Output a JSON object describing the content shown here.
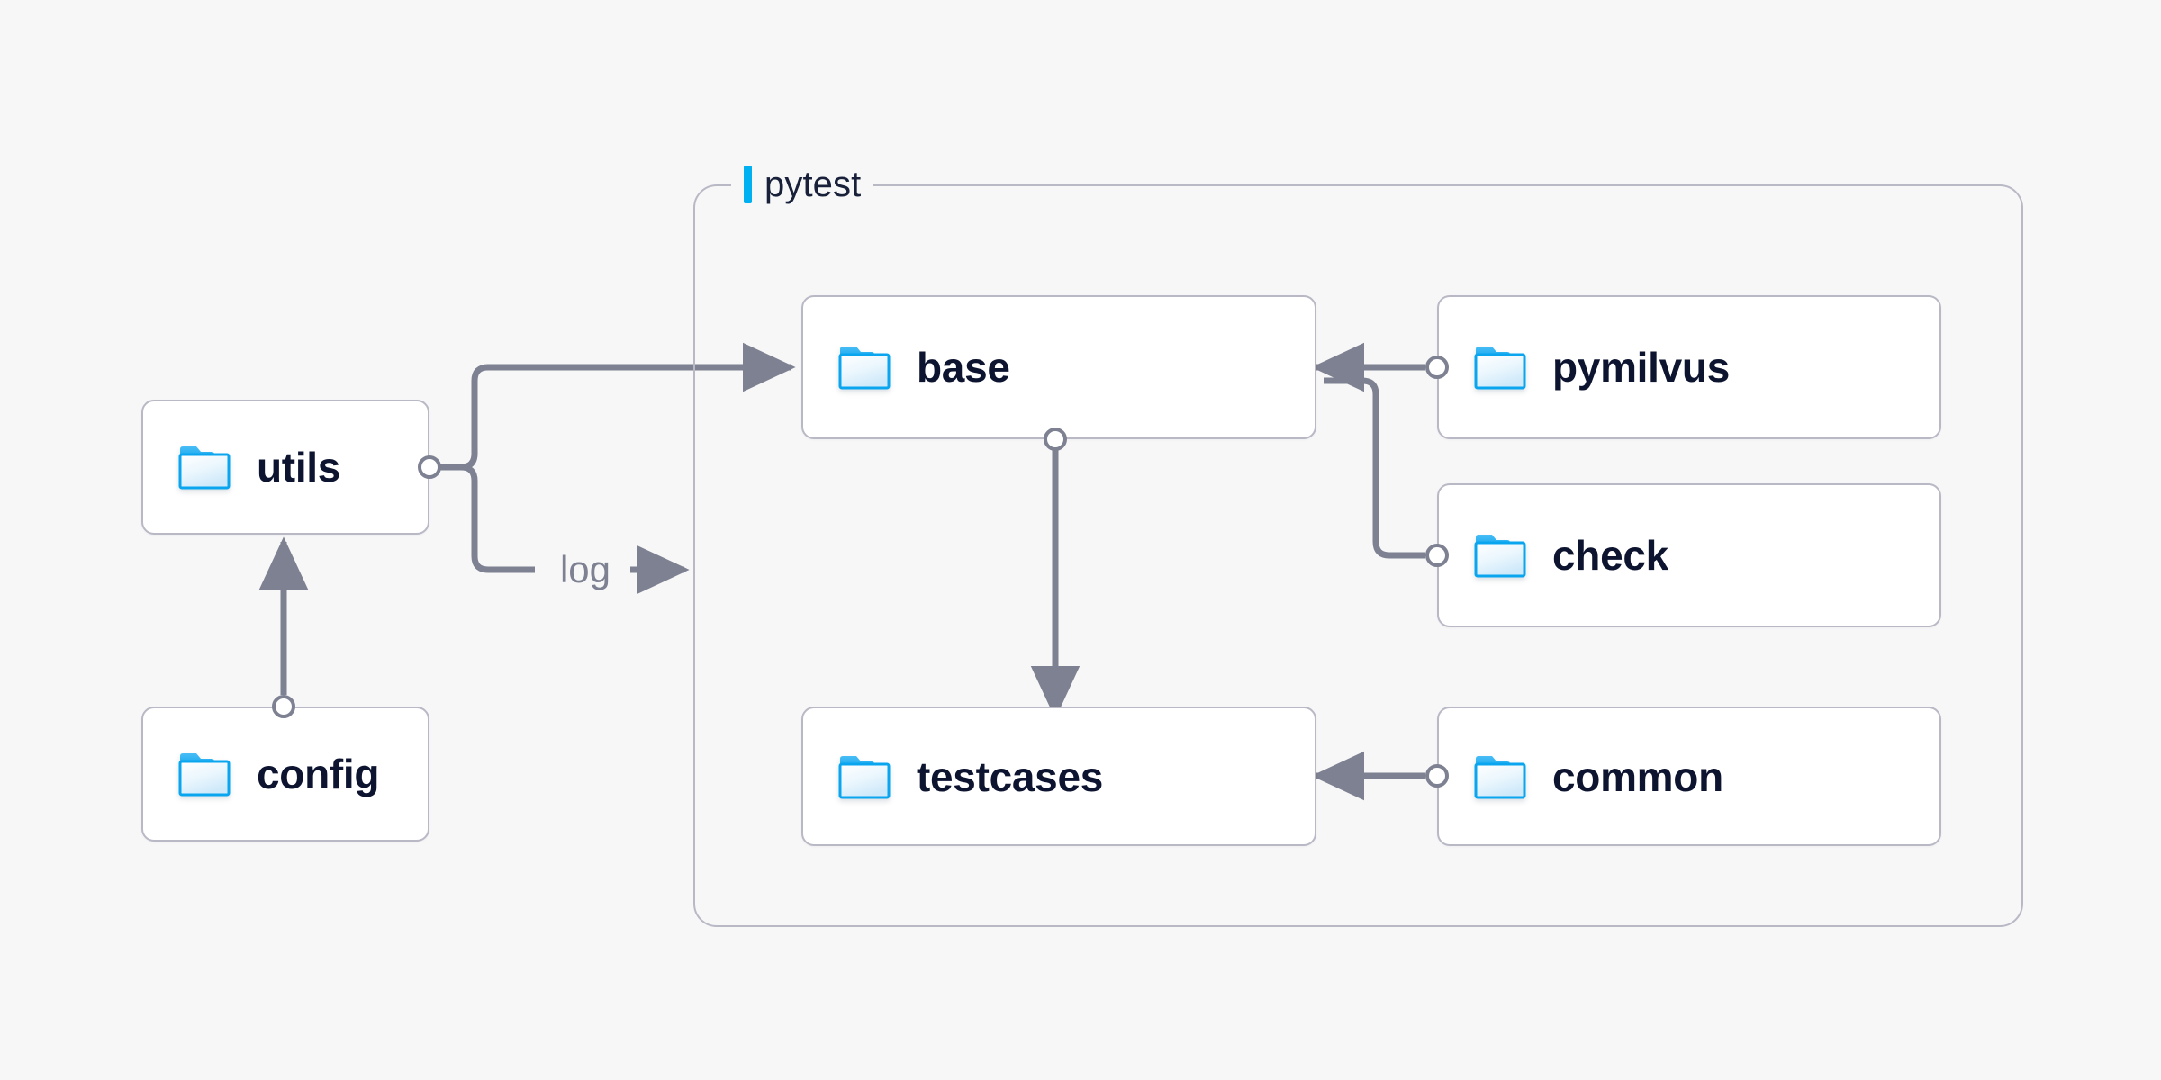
{
  "diagram": {
    "title": "pytest test framework module dependency diagram",
    "background_color": "#f7f7f8",
    "edge_color": "#7e8191",
    "node_border_color": "#b9b9c6",
    "node_fill_color": "#ffffff",
    "node_text_color": "#0d1430",
    "accent_color": "#00b0f0"
  },
  "group": {
    "label": "pytest",
    "accent_color": "#00b0f0",
    "border_color": "#b9b9c6"
  },
  "nodes": [
    {
      "id": "utils",
      "label": "utils",
      "icon": "folder-icon",
      "in_group": false
    },
    {
      "id": "config",
      "label": "config",
      "icon": "folder-icon",
      "in_group": false
    },
    {
      "id": "base",
      "label": "base",
      "icon": "folder-icon",
      "in_group": true
    },
    {
      "id": "testcases",
      "label": "testcases",
      "icon": "folder-icon",
      "in_group": true
    },
    {
      "id": "pymilvus",
      "label": "pymilvus",
      "icon": "folder-icon",
      "in_group": false
    },
    {
      "id": "check",
      "label": "check",
      "icon": "folder-icon",
      "in_group": false
    },
    {
      "id": "common",
      "label": "common",
      "icon": "folder-icon",
      "in_group": false
    }
  ],
  "edges": [
    {
      "id": "utils-base",
      "from": "utils",
      "to": "base",
      "label": "",
      "arrow": true
    },
    {
      "id": "utils-log",
      "from": "utils",
      "to": "pytest",
      "label": "log",
      "arrow": true
    },
    {
      "id": "config-utils",
      "from": "config",
      "to": "utils",
      "label": "",
      "arrow": true
    },
    {
      "id": "base-testcases",
      "from": "base",
      "to": "testcases",
      "label": "",
      "arrow": true
    },
    {
      "id": "pymilvus-base",
      "from": "pymilvus",
      "to": "base",
      "label": "",
      "arrow": true
    },
    {
      "id": "check-base",
      "from": "check",
      "to": "base",
      "label": "",
      "arrow": true
    },
    {
      "id": "common-testcases",
      "from": "common",
      "to": "testcases",
      "label": "",
      "arrow": true
    }
  ],
  "edge_labels": {
    "log": "log"
  }
}
